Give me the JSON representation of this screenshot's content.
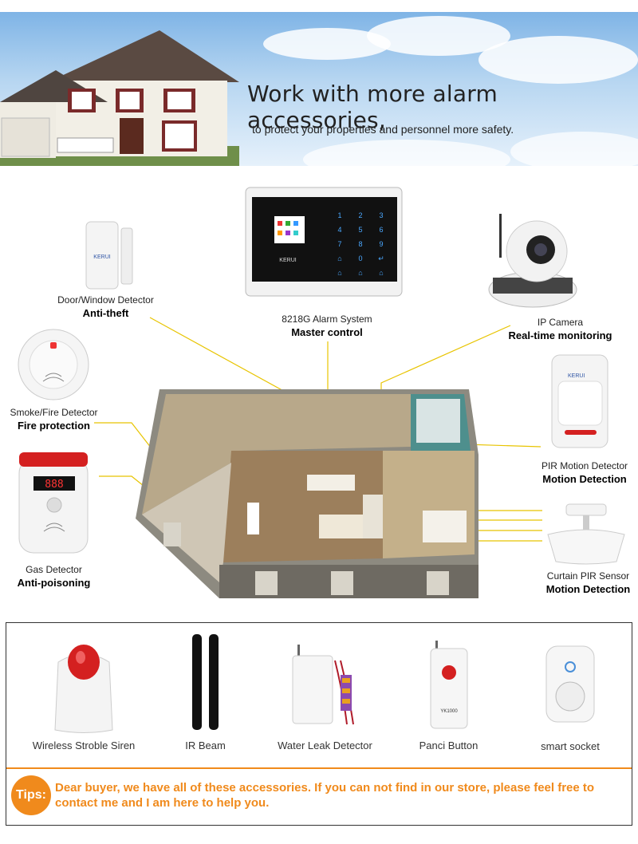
{
  "hero": {
    "title": "Work with more alarm accessories,",
    "subtitle": "to protect your properties and personnel more safety."
  },
  "devices": {
    "door": {
      "name": "Door/Window Detector",
      "feature": "Anti-theft",
      "brand": "KERUI"
    },
    "alarm": {
      "name": "8218G Alarm System",
      "feature": "Master control",
      "brand": "KERUI",
      "keys": [
        "1",
        "2",
        "3",
        "4",
        "5",
        "6",
        "7",
        "8",
        "9",
        "⌂",
        "0",
        "↵",
        "⌂",
        "⌂",
        "⌂"
      ]
    },
    "camera": {
      "name": "IP Camera",
      "feature": "Real-time monitoring"
    },
    "smoke": {
      "name": "Smoke/Fire Detector",
      "feature": "Fire protection"
    },
    "pir": {
      "name": "PIR Motion Detector",
      "feature": "Motion Detection",
      "brand": "KERUI"
    },
    "gas": {
      "name": "Gas Detector",
      "feature": "Anti-poisoning",
      "display": "888"
    },
    "curtain": {
      "name": "Curtain PIR Sensor",
      "feature": "Motion Detection"
    }
  },
  "accessories": [
    {
      "label": "Wireless Stroble Siren"
    },
    {
      "label": "IR Beam"
    },
    {
      "label": "Water Leak Detector"
    },
    {
      "label": "Panci Button",
      "model": "YK1000"
    },
    {
      "label": "smart socket"
    }
  ],
  "tips": {
    "badge": "Tips:",
    "text": "Dear buyer, we have all of these accessories. If you can not find in our store, please feel free to contact me and I am here to help you."
  },
  "colors": {
    "accent": "#f08a1c",
    "line": "#e8c400",
    "siren": "#d42020"
  }
}
